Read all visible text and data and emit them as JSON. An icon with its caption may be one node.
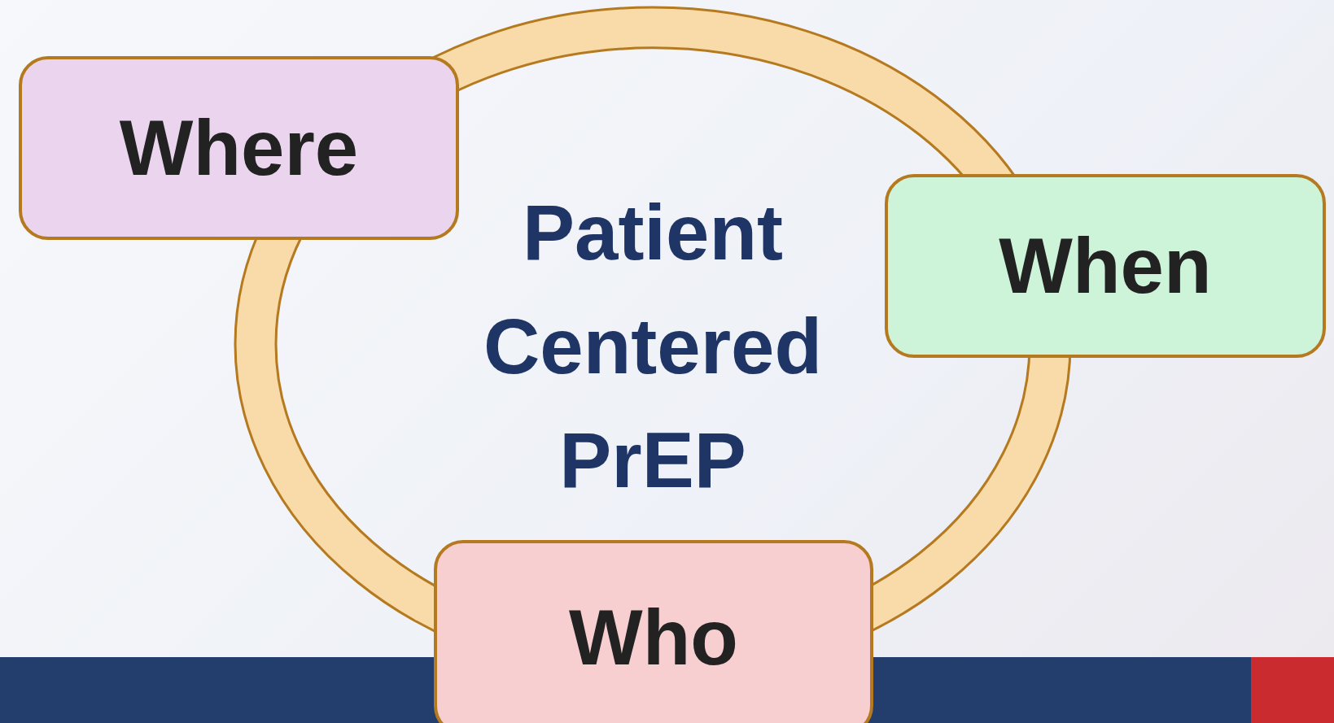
{
  "diagram": {
    "nodes": [
      {
        "text": [
          "Patient Centered PrEP"
        ]
      },
      {
        "text": [
          "Where"
        ]
      },
      {
        "text": [
          "When"
        ]
      },
      {
        "text": [
          "Who"
        ]
      }
    ]
  }
}
